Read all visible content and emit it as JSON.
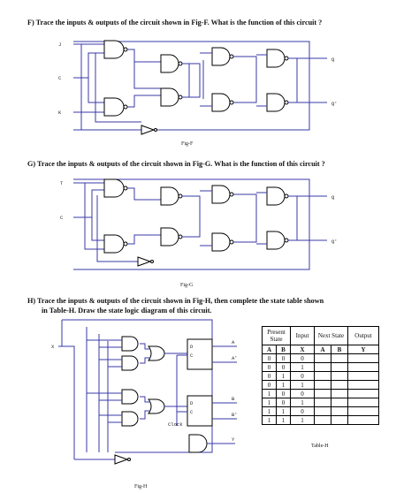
{
  "questions": {
    "f": "F) Trace the inputs & outputs of the circuit shown in Fig-F.  What is the function of this circuit ?",
    "g": "G) Trace the inputs & outputs of the circuit shown in Fig-G.  What is the function of this circuit ?",
    "h_line1": "H) Trace the inputs & outputs of the circuit shown in Fig-H, then complete the state table shown",
    "h_line2": "in Table-H.  Draw the state logic diagram of this circuit."
  },
  "fig_f": {
    "caption": "Fig-F",
    "inputs": [
      "J",
      "C",
      "K"
    ],
    "outputs": [
      "Q",
      "Q'"
    ]
  },
  "fig_g": {
    "caption": "Fig-G",
    "inputs": [
      "T",
      "C"
    ],
    "outputs": [
      "Q",
      "Q'"
    ]
  },
  "fig_h": {
    "caption": "Fig-H",
    "input": "X",
    "flipflop_pins": [
      "D",
      "C"
    ],
    "outputs": [
      "A",
      "A'",
      "B",
      "B'",
      "Y"
    ],
    "clock_label": "Clock"
  },
  "table_h": {
    "caption": "Table-H",
    "group_headers": [
      "Present State",
      "Input",
      "Next State",
      "Output"
    ],
    "column_headers": [
      "A",
      "B",
      "X",
      "A",
      "B",
      "Y"
    ],
    "rows": [
      [
        "0",
        "0",
        "0"
      ],
      [
        "0",
        "0",
        "1"
      ],
      [
        "0",
        "1",
        "0"
      ],
      [
        "0",
        "1",
        "1"
      ],
      [
        "1",
        "0",
        "0"
      ],
      [
        "1",
        "0",
        "1"
      ],
      [
        "1",
        "1",
        "0"
      ],
      [
        "1",
        "1",
        "1"
      ]
    ]
  }
}
